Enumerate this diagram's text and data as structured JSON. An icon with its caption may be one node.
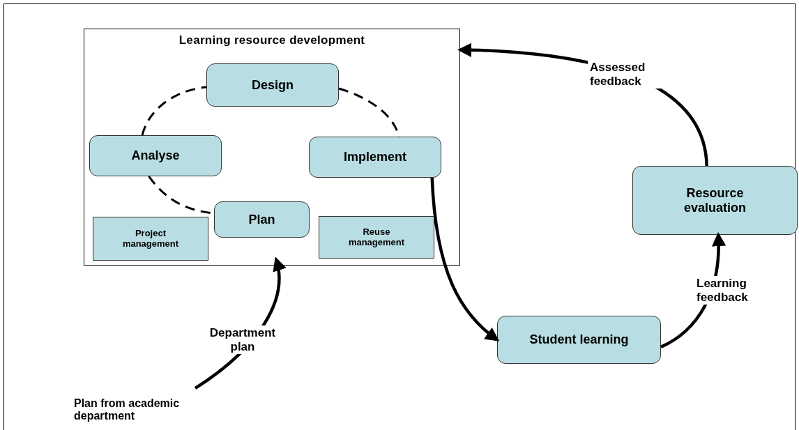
{
  "diagram": {
    "nodes": [
      {
        "text": [
          "Learning resource development"
        ]
      },
      {
        "text": [
          "Design"
        ],
        "in": 0
      },
      {
        "text": [
          "Analyse"
        ],
        "in": 0
      },
      {
        "text": [
          "Implement"
        ],
        "in": 0
      },
      {
        "text": [
          "Plan"
        ],
        "in": 0
      },
      {
        "text": [
          "Project management"
        ],
        "in": 0
      },
      {
        "text": [
          "Reuse management"
        ],
        "in": 0
      },
      {
        "text": [
          "Student learning"
        ]
      },
      {
        "text": [
          "Resource evaluation"
        ]
      },
      {
        "text": [
          "Plan from academic department"
        ]
      }
    ],
    "edges": [
      {
        "from": 2,
        "to": 1,
        "arrow": "none",
        "style": "dashed"
      },
      {
        "from": 1,
        "to": 3,
        "arrow": "none",
        "style": "dashed"
      },
      {
        "from": 2,
        "to": 4,
        "arrow": "none",
        "style": "dashed"
      },
      {
        "from": 3,
        "to": 7,
        "arrow": "to"
      },
      {
        "from": 9,
        "to": 4,
        "arrow": "to",
        "label": "Department plan"
      },
      {
        "from": 7,
        "to": 8,
        "arrow": "to",
        "label": "Learning feedback"
      },
      {
        "from": 8,
        "to": 0,
        "arrow": "to",
        "label": "Assessed feedback"
      }
    ]
  }
}
